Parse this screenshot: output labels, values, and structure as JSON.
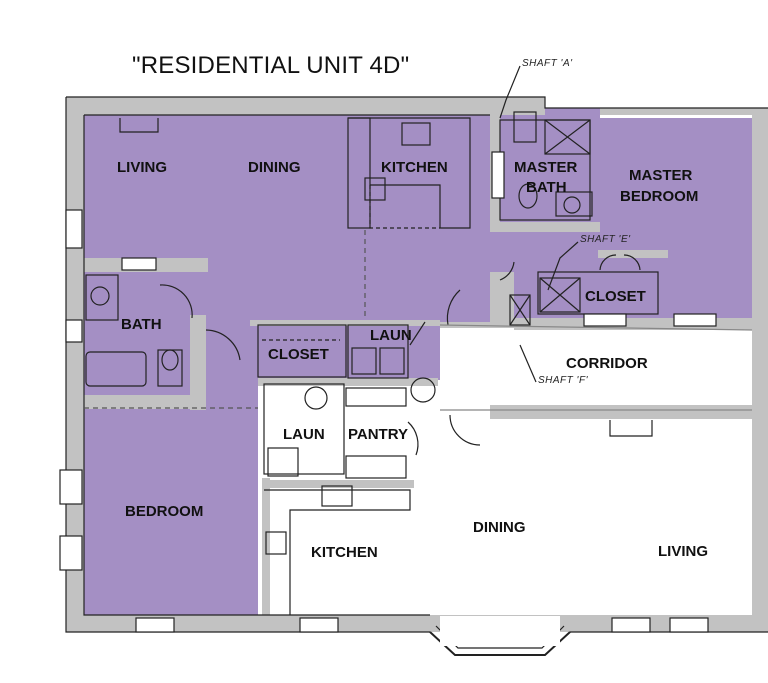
{
  "title": "\"RESIDENTIAL UNIT 4D\"",
  "colors": {
    "unit_fill": "#a48fc4",
    "wall": "#bdbdbd",
    "line": "#222222"
  },
  "rooms": {
    "living_top": "LIVING",
    "dining_top": "DINING",
    "kitchen_top": "KITCHEN",
    "master_bath_1": "MASTER",
    "master_bath_2": "BATH",
    "master_bedroom_1": "MASTER",
    "master_bedroom_2": "BEDROOM",
    "bath": "BATH",
    "closet_left": "CLOSET",
    "laun_top": "LAUN",
    "closet_right": "CLOSET",
    "corridor": "CORRIDOR",
    "laun_bottom": "LAUN",
    "pantry": "PANTRY",
    "bedroom": "BEDROOM",
    "dining_bottom": "DINING",
    "kitchen_bottom": "KITCHEN",
    "living_bottom": "LIVING"
  },
  "notes": {
    "shaft_a": "SHAFT 'A'",
    "shaft_e": "SHAFT 'E'",
    "shaft_f": "SHAFT 'F'"
  }
}
